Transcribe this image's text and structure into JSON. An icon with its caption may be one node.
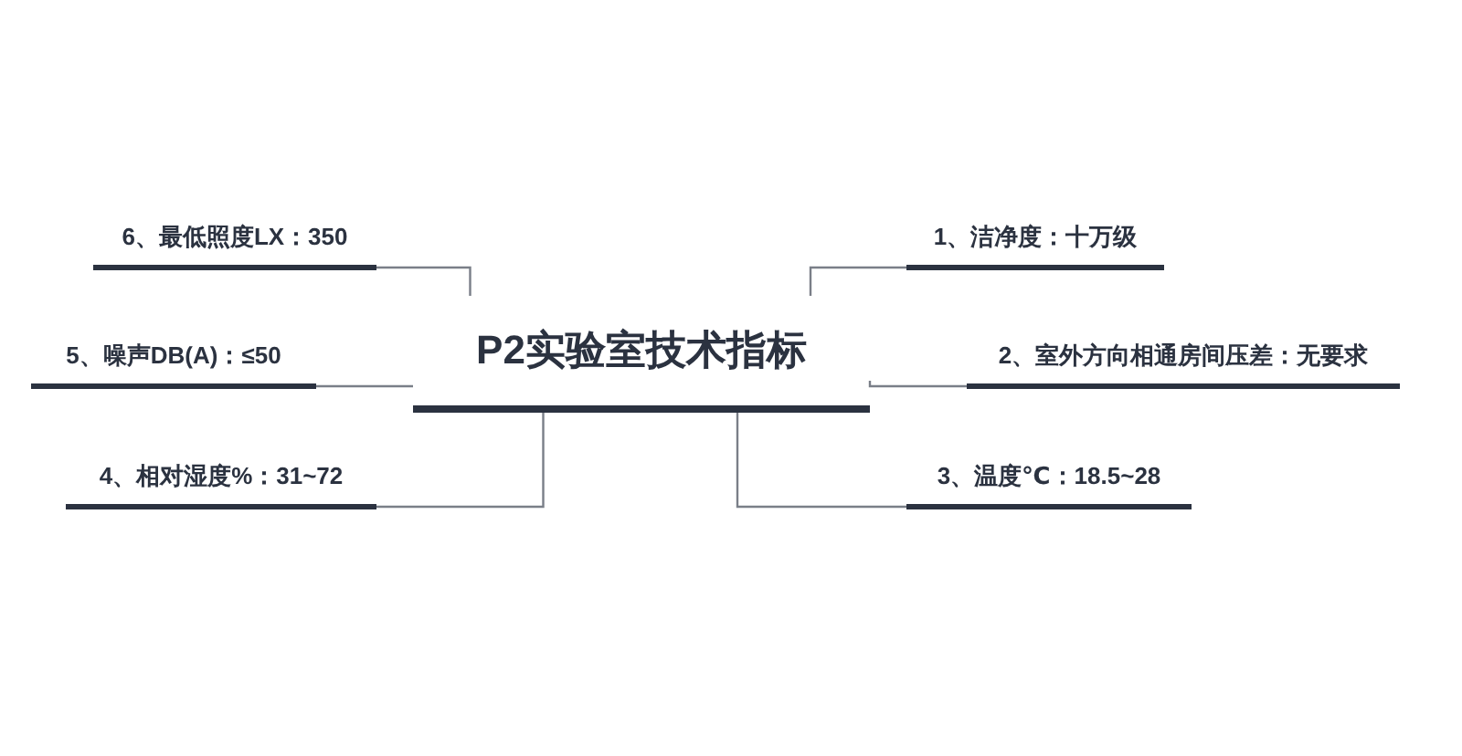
{
  "diagram": {
    "nodes": [
      {
        "text": [
          "P2实验室技术指标"
        ]
      },
      {
        "text": [
          "1、洁净度：十万级"
        ]
      },
      {
        "text": [
          "2、室外方向相通房间压差：无要求"
        ]
      },
      {
        "text": [
          "3、温度℃：18.5~28"
        ]
      },
      {
        "text": [
          "4、相对湿度%：31~72"
        ]
      },
      {
        "text": [
          "5、噪声DB(A)：≤50"
        ]
      },
      {
        "text": [
          "6、最低照度LX：350"
        ]
      }
    ],
    "edges": [
      {
        "from": 0,
        "to": 1,
        "arrow": "none"
      },
      {
        "from": 0,
        "to": 2,
        "arrow": "none"
      },
      {
        "from": 0,
        "to": 3,
        "arrow": "none"
      },
      {
        "from": 0,
        "to": 4,
        "arrow": "none"
      },
      {
        "from": 0,
        "to": 5,
        "arrow": "none"
      },
      {
        "from": 0,
        "to": 6,
        "arrow": "none"
      }
    ]
  }
}
